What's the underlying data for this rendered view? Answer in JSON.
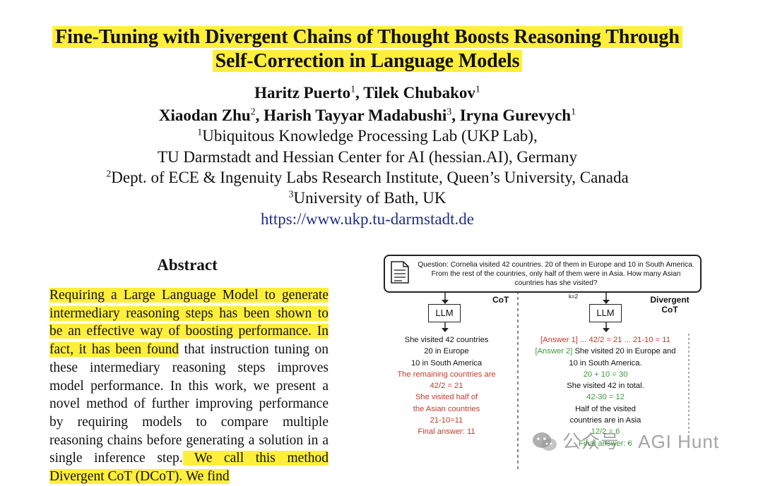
{
  "paper": {
    "title_line1": "Fine-Tuning with Divergent Chains of Thought Boosts Reasoning Through",
    "title_line2": "Self-Correction in Language Models",
    "authors_line1": {
      "a1": "Haritz Puerto",
      "s1": "1",
      "sep": ", ",
      "a2": "Tilek Chubakov",
      "s2": "1"
    },
    "authors_line2": {
      "a1": "Xiaodan Zhu",
      "s1": "2",
      "sep1": ", ",
      "a2": "Harish Tayyar Madabushi",
      "s2": "3",
      "sep2": ", ",
      "a3": "Iryna Gurevych",
      "s3": "1"
    },
    "affil1_sup": "1",
    "affil1": "Ubiquitous Knowledge Processing Lab (UKP Lab),",
    "affil1b": "TU Darmstadt and Hessian Center for AI (hessian.AI), Germany",
    "affil2_sup": "2",
    "affil2": "Dept. of ECE & Ingenuity Labs Research Institute, Queen’s University, Canada",
    "affil3_sup": "3",
    "affil3": "University of Bath, UK",
    "url": "https://www.ukp.tu-darmstadt.de"
  },
  "abstract": {
    "heading": "Abstract",
    "hl1": "Requiring a Large Language Model to generate intermediary reasoning steps has been shown to be an effective way of boosting performance. In fact, it has been found",
    "plain": " that instruction tuning on these intermediary reasoning steps improves model performance. In this work, we present a novel method of further improving performance by requiring models to compare multiple reasoning chains before generating a solution in a single inference step.",
    "hl2": " We call this method Divergent CoT (DCoT). We find"
  },
  "figure": {
    "question": "Question: Cornelia visited 42 countries. 20 of them in Europe and 10 in South America. From the rest of the countries, only half of them were in Asia.  How many Asian countries has she visited?",
    "llm_label": "LLM",
    "cot_label": "CoT",
    "dcot_label_1": "Divergent",
    "dcot_label_2": "CoT",
    "k_label": "k=2",
    "cot_lines": [
      {
        "text": "She visited 42 countries",
        "color": "black"
      },
      {
        "text": "20 in Europe",
        "color": "black"
      },
      {
        "text": "10 in South America",
        "color": "black"
      },
      {
        "text": "The remaining countries are",
        "color": "red"
      },
      {
        "text": "42/2 = 21",
        "color": "red"
      },
      {
        "text": "She visited half of",
        "color": "red"
      },
      {
        "text": "the Asian countries",
        "color": "red"
      },
      {
        "text": "21-10=11",
        "color": "red"
      },
      {
        "text": "Final answer: 11",
        "color": "red"
      }
    ],
    "dcot": {
      "answer1": "[Answer 1] ... 42/2 = 21 ... 21-10 = 11",
      "answer2_tag": "[Answer 2]",
      "answer2_text": " She visited 20 in Europe and",
      "l3": "10 in South America.",
      "l4": "20 + 10 = 30",
      "l5": "She visited 42 in total.",
      "l6": "42-30 = 12",
      "l7": "Half of the visited",
      "l8": "countries are in Asia",
      "l9": "12/2 = 6",
      "l10": "Final answer: 6"
    }
  },
  "watermark": {
    "text": "公众号 · AGI Hunt"
  }
}
